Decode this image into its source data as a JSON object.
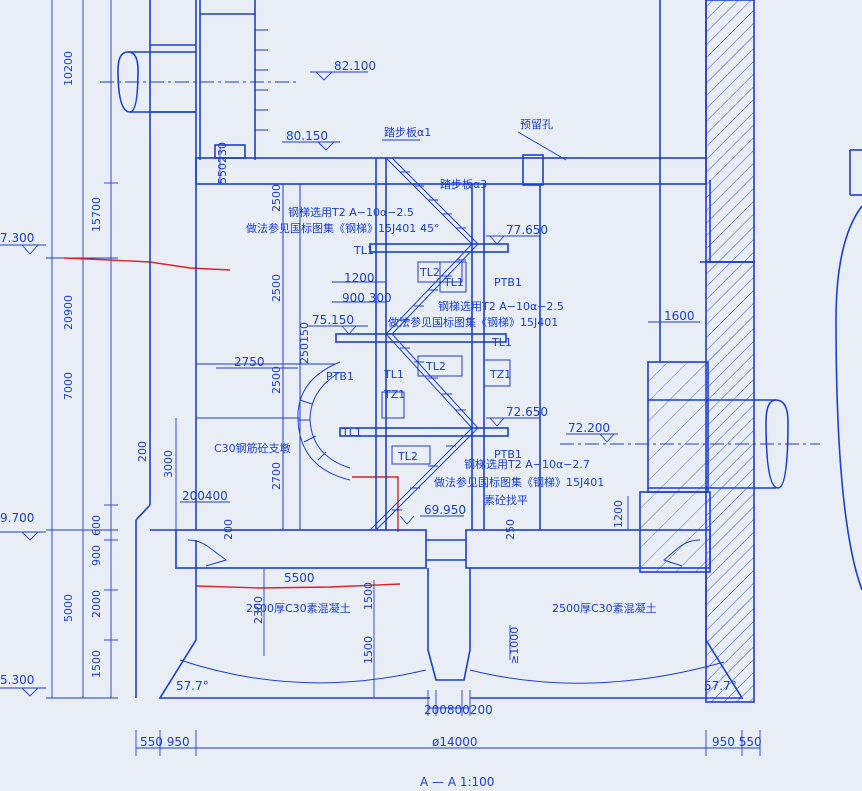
{
  "title": {
    "section": "A — A  1:100"
  },
  "levels": {
    "left_top": "7.300",
    "left_mid": "9.700",
    "left_bottom": "5.300",
    "e82100": "82.100",
    "e80150": "80.150",
    "e77650": "77.650",
    "e75150": "75.150",
    "e72650": "72.650",
    "e72200": "72.200",
    "e69950": "69.950"
  },
  "labels": {
    "step_plate_a1": "踏步板α1",
    "step_plate_a3": "踏步板α3",
    "reserved_hole": "预留孔",
    "angle45": "45°",
    "c30_pier": "C30钢筋砼支墩",
    "c30_left": "2500厚C30素混凝土",
    "c30_right": "2500厚C30素混凝土",
    "tl1": "TL1",
    "tl2": "TL2",
    "tz1": "TZ1",
    "ptb1": "PTB1",
    "angle577": "57.7°"
  },
  "notes": {
    "ladder1_line1": "钢梯选用T2 A−10α−2.5",
    "ladder1_line2": "做法参见国标图集《钢梯》15J401",
    "ladder2_line1": "钢梯选用T2 A−10α−2.5",
    "ladder2_line2": "做法参见国标图集《钢梯》15J401",
    "ladder3_line1": "钢梯选用T2 A−10α−2.7",
    "ladder3_line2": "做法参见国标图集《钢梯》15J401",
    "plain_concrete_level": "素砼找平"
  },
  "dims": {
    "d10200": "10200",
    "d15700": "15700",
    "d20900": "20900",
    "d7000": "7000",
    "d5000": "5000",
    "d900": "900",
    "d600": "600",
    "d2000": "2000",
    "d1500": "1500",
    "d550_230": "550230",
    "d2500": "2500",
    "d2700": "2700",
    "d250_150": "250150",
    "d3000": "3000",
    "d200": "200",
    "d250": "250",
    "d2300": "2300",
    "d_ge1000": "≥1000",
    "d1200": "1200",
    "d2750": "2750",
    "d900_300": "900 300",
    "d200_400": "200400",
    "d5500": "5500",
    "d1600": "1600",
    "d200_800_200": "200800200",
    "d550_950": "550  950",
    "dphi14000": "ø14000",
    "d950_550": "950  550"
  }
}
